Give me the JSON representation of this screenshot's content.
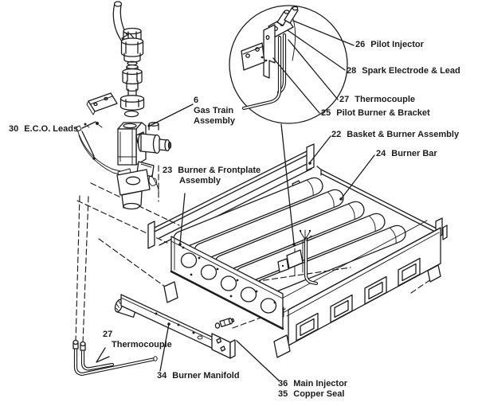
{
  "meta": {
    "description": "Exploded parts diagram of a gas burner / gas train assembly with numbered callouts",
    "type": "technical-illustration"
  },
  "colors": {
    "ink": "#1c1c1c",
    "paper": "#ffffff"
  },
  "callouts": {
    "pilot_injector": {
      "num": "26",
      "text": "Pilot Injector"
    },
    "spark_electrode_lead": {
      "num": "28",
      "text": "Spark Electrode & Lead"
    },
    "thermocouple_detail": {
      "num": "27",
      "text": "Thermocouple"
    },
    "pilot_burner_bracket": {
      "num": "25",
      "text": "Pilot Burner & Bracket"
    },
    "basket_burner_assembly": {
      "num": "22",
      "text": "Basket & Burner Assembly"
    },
    "burner_bar": {
      "num": "24",
      "text": "Burner Bar"
    },
    "gas_train_assembly": {
      "num": "6",
      "text_line1": "Gas Train",
      "text_line2": "Assembly"
    },
    "eco_leads": {
      "num": "30",
      "text": "E.C.O. Leads"
    },
    "burner_frontplate_assembly": {
      "num": "23",
      "text_line1": "Burner & Frontplate",
      "text_line2": "Assembly"
    },
    "thermocouple_main": {
      "num": "27",
      "text": "Thermocouple"
    },
    "burner_manifold": {
      "num": "34",
      "text": "Burner Manifold"
    },
    "main_injector": {
      "num": "36",
      "text": "Main Injector"
    },
    "copper_seal": {
      "num": "35",
      "text": "Copper Seal"
    }
  }
}
